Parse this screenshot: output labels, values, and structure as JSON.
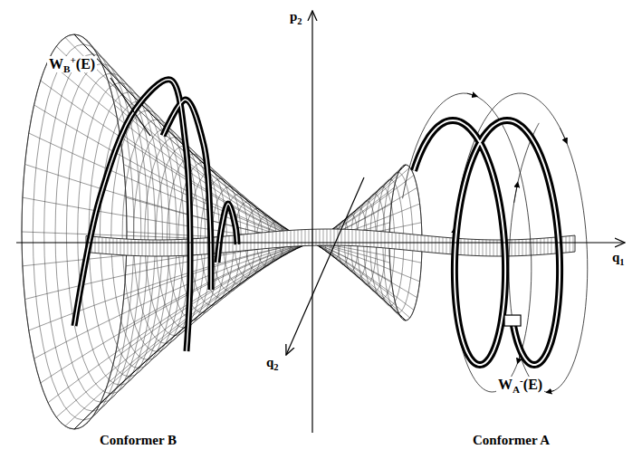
{
  "diagram": {
    "labels": [
      "WB+(E)",
      "WA-(E)",
      "p2",
      "q1",
      "q2",
      "Conformer B",
      "Conformer A"
    ]
  }
}
